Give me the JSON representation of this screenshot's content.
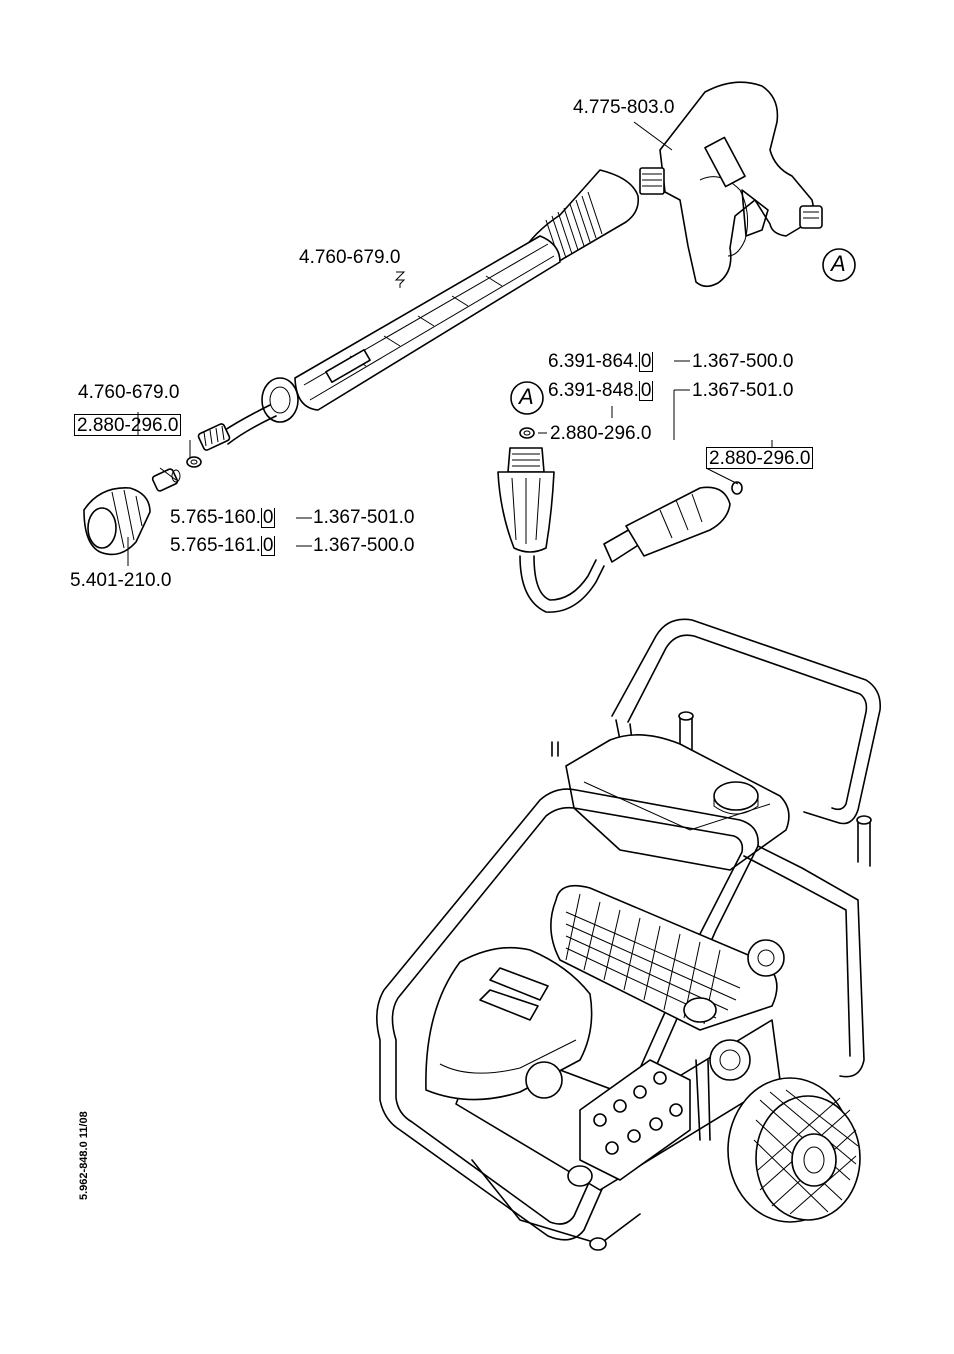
{
  "drawing": {
    "parts": {
      "spray_gun": "4.775-803.0",
      "spray_lance": "4.760-679.0",
      "nozzle_assembly": "4.760-679.0",
      "o_ring_nozzle": "2.880-296.0",
      "nozzle_160_code": "5.765-160.",
      "nozzle_160_suffix": "0",
      "nozzle_160_alt": "1.367-501.0",
      "nozzle_161_code": "5.765-161.",
      "nozzle_161_suffix": "0",
      "nozzle_161_alt": "1.367-500.0",
      "protective_cap": "5.401-210.0",
      "hose_864_code": "6.391-864.",
      "hose_864_suffix": "0",
      "hose_864_alt": "1.367-500.0",
      "hose_848_code": "6.391-848.",
      "hose_848_suffix": "0",
      "hose_848_alt": "1.367-501.0",
      "o_ring_hose": "2.880-296.0",
      "o_ring_hose_end": "2.880-296.0"
    },
    "callouts": {
      "connection_gun": "A",
      "connection_hose": "A"
    },
    "footer": "5.962-848.0  11/08"
  },
  "colors": {
    "line": "#000000",
    "background": "#ffffff"
  }
}
